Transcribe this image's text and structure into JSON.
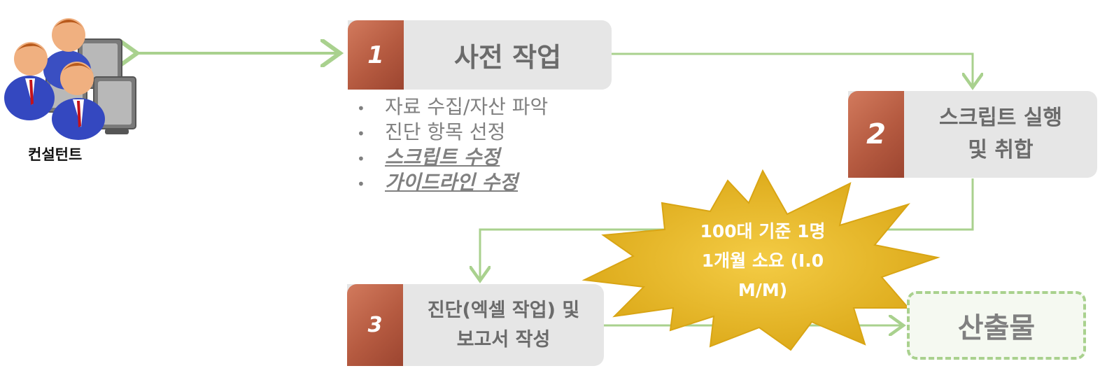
{
  "consultant": {
    "label": "컨설턴트",
    "icon": "consultant-group-icon"
  },
  "steps": [
    {
      "number": "1",
      "title": "사전 작업"
    },
    {
      "number": "2",
      "title_line1": "스크립트 실행",
      "title_line2": "및 취합"
    },
    {
      "number": "3",
      "title_line1": "진단(엑셀 작업) 및",
      "title_line2": "보고서 작성"
    }
  ],
  "tasks": [
    {
      "text": "자료 수집/자산 파악"
    },
    {
      "text": "진단 항목 선정"
    },
    {
      "text": "스크립트 수정"
    },
    {
      "text": "가이드라인 수정"
    }
  ],
  "burst": {
    "line1": "100대 기준 1명",
    "line2": "1개월 소요 (I.0",
    "line3": "M/M)"
  },
  "output": {
    "label": "산출물"
  },
  "colors": {
    "arrow": "#a9d18e",
    "step_box": "#e6e6e6",
    "step_number": "#b55a40",
    "burst": "#e8b820",
    "text_gray": "#6b6b6b"
  }
}
